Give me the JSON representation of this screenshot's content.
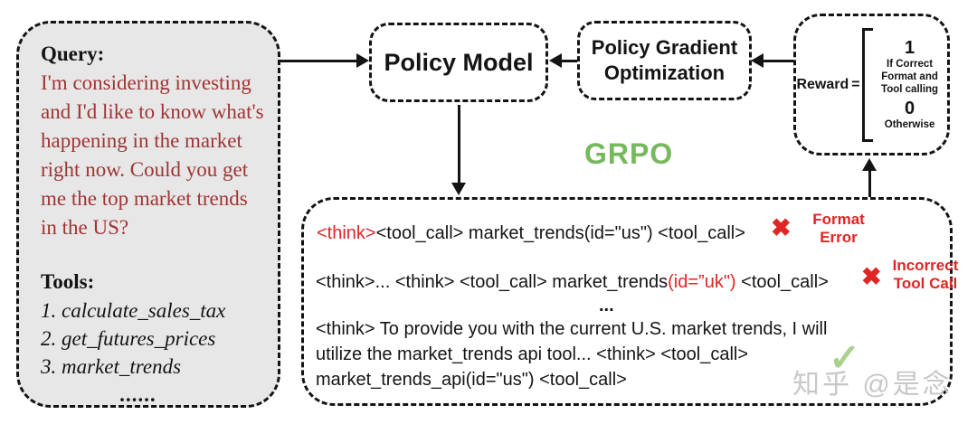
{
  "colors": {
    "query_text_red": "#a13434",
    "error_red": "#e02525",
    "grpo_green": "#76b85e",
    "check_green": "#a9d18e",
    "panel_fill_gray": "#e7e7e7",
    "watermark_gray": "#c8c8c8"
  },
  "query_panel": {
    "title": "Query:",
    "question": "I'm considering investing and I'd like to know what's happening in the market right now. Could you get me the top market trends in the US?",
    "tools_title": "Tools:",
    "tools": [
      "1. calculate_sales_tax",
      "2. get_futures_prices",
      "3. market_trends"
    ],
    "tools_ellipsis": "......"
  },
  "policy_model": {
    "label": "Policy Model"
  },
  "policy_gradient": {
    "label": "Policy Gradient Optimization"
  },
  "grpo": {
    "label": "GRPO"
  },
  "reward": {
    "label": "Reward",
    "equals": "=",
    "case1_value": "1",
    "case1_condition": "If Correct Format and Tool calling",
    "case2_value": "0",
    "case2_condition": "Otherwise"
  },
  "rollouts": {
    "sample1": {
      "red_open": "<think>",
      "body": "<tool_call> market_trends(id=\"us\") <tool_call>",
      "mark": "✖",
      "verdict": "Format Error"
    },
    "sample2": {
      "before": "<think>... <think> <tool_call> market_trends",
      "red_args": "(id=”uk\")",
      "after": " <tool_call>",
      "mark": "✖",
      "verdict": "Incorrect Tool Call"
    },
    "ellipsis": "...",
    "sample3": {
      "line1": "<think> To provide you with the current U.S. market trends, I will",
      "line2": "utilize the market_trends api tool... <think> <tool_call>",
      "line3": "market_trends_api(id=\"us\") <tool_call>",
      "mark": "✓"
    }
  },
  "watermark": "知乎 @是念"
}
